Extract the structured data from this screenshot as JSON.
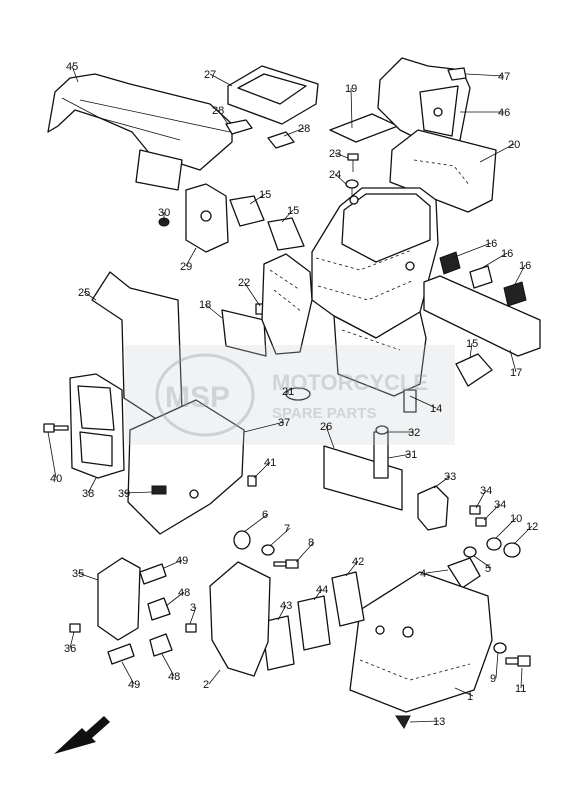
{
  "diagram": {
    "callouts": [
      "1",
      "2",
      "3",
      "4",
      "5",
      "6",
      "7",
      "8",
      "9",
      "10",
      "11",
      "12",
      "13",
      "14",
      "15",
      "15",
      "15",
      "16",
      "16",
      "16",
      "17",
      "18",
      "19",
      "20",
      "21",
      "22",
      "23",
      "24",
      "25",
      "26",
      "27",
      "28",
      "28",
      "29",
      "30",
      "31",
      "32",
      "33",
      "34",
      "34",
      "35",
      "36",
      "37",
      "38",
      "39",
      "40",
      "41",
      "42",
      "43",
      "44",
      "45",
      "46",
      "47",
      "48",
      "48",
      "49",
      "49"
    ]
  },
  "watermark": {
    "logo": "MSP",
    "line1": "MOTORCYCLE",
    "line2": "SPARE PARTS",
    "color": "#9aa3ad",
    "accent": "#e8733a"
  },
  "direction_arrow": {
    "icon": "front-direction-arrow-icon"
  }
}
